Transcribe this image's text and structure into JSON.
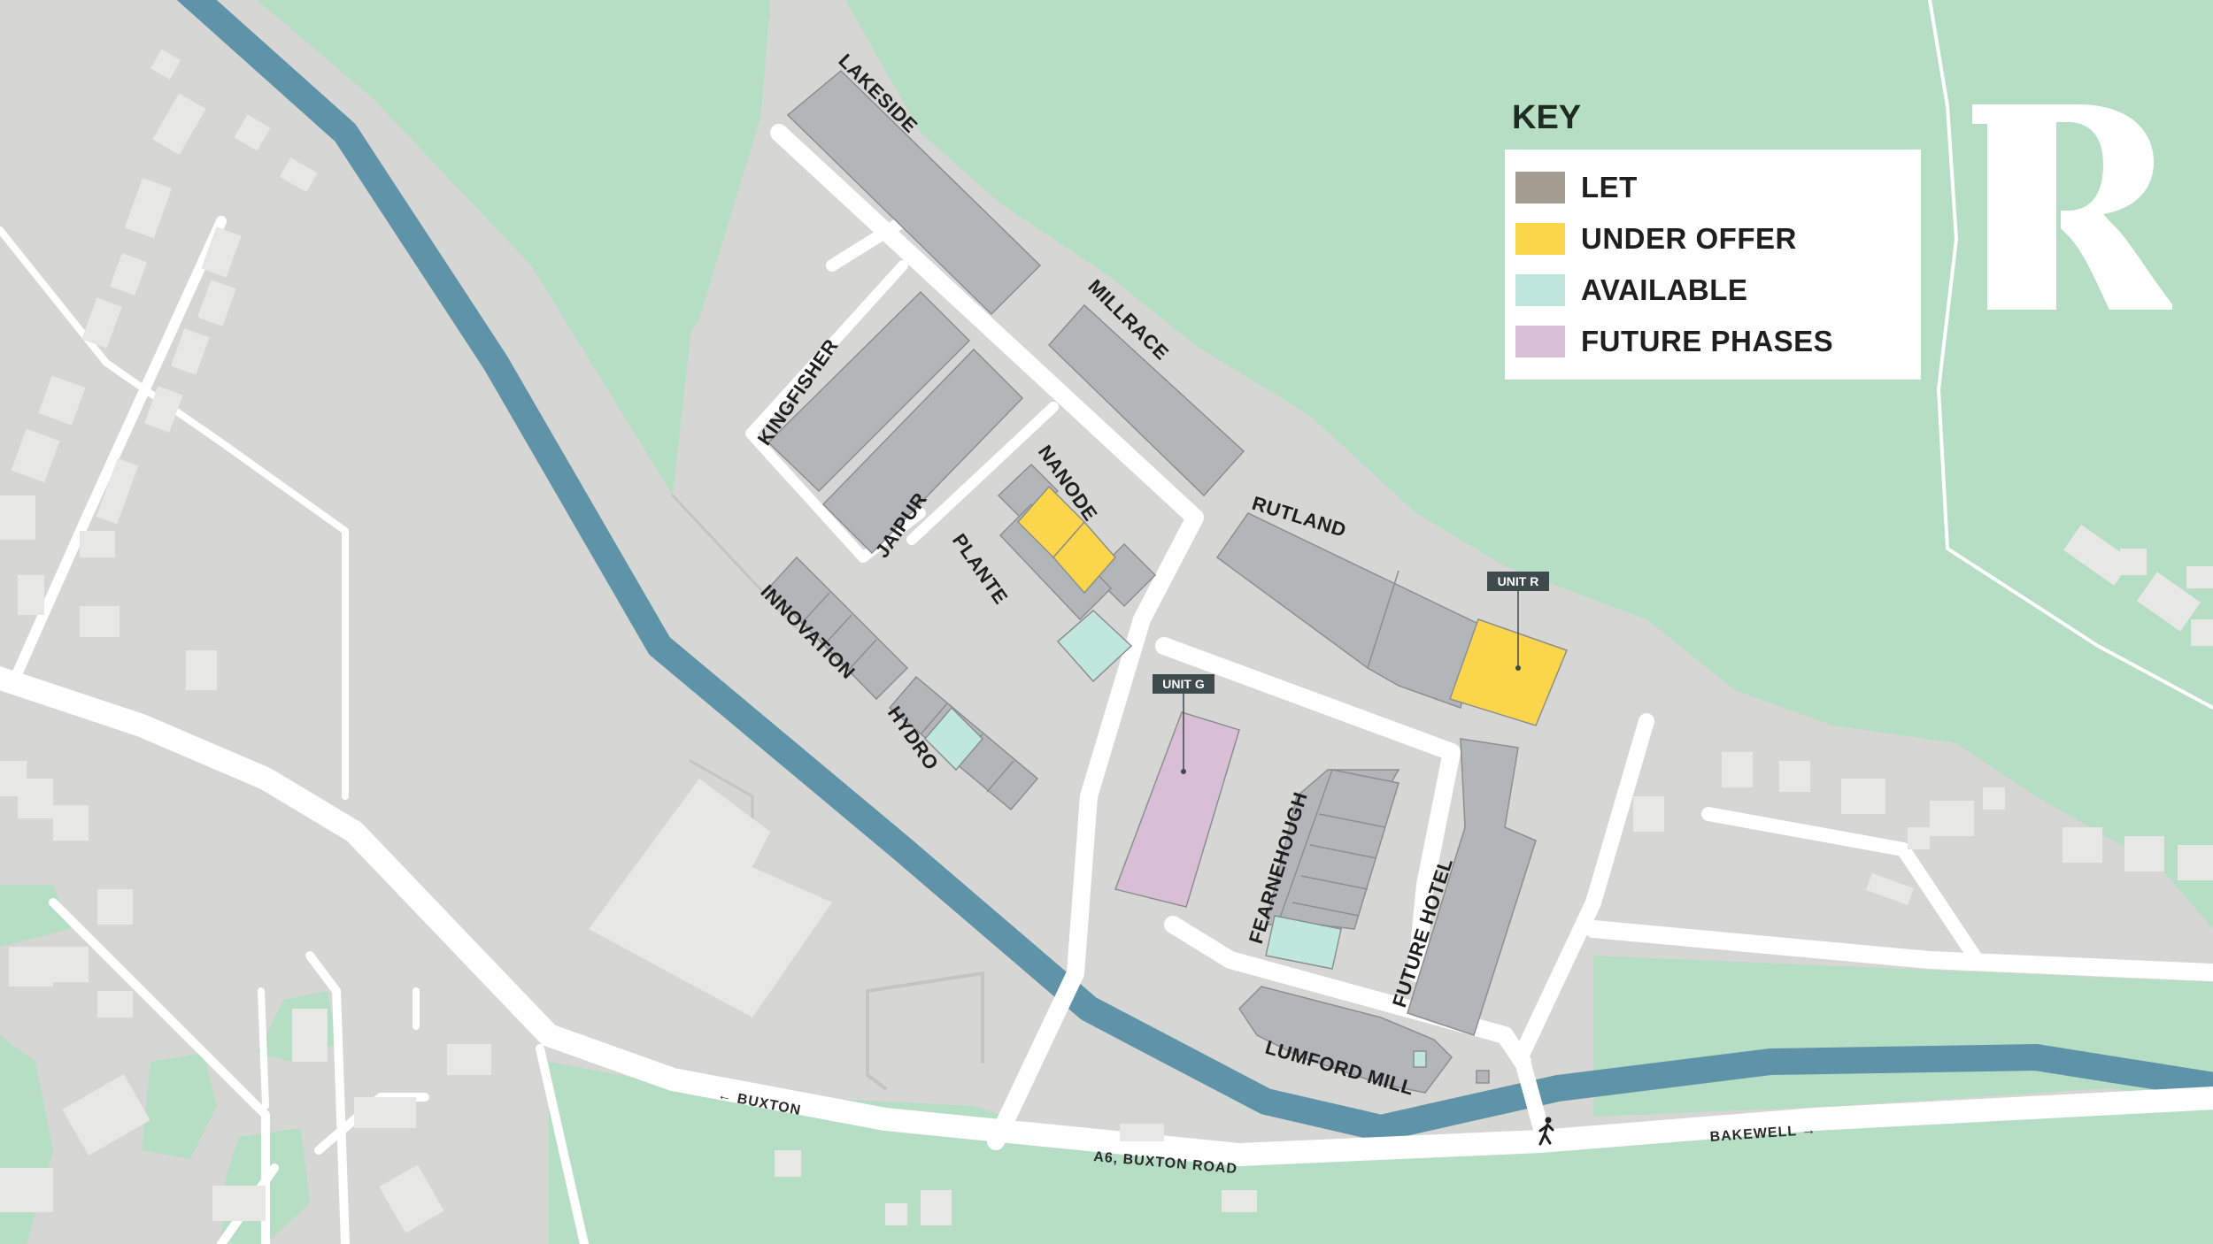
{
  "colors": {
    "background": "#d6d6d4",
    "green": "#b6dec5",
    "river": "#5f93a8",
    "road": "#ffffff",
    "building": "#b3b6b8",
    "building_light": "#e7e7e6",
    "let": "#a49b91",
    "under_offer": "#fbd64a",
    "available": "#bfe7dc",
    "future_phases": "#d8bfd6"
  },
  "key": {
    "title": "KEY",
    "items": [
      {
        "label": "LET",
        "color": "#a49b91"
      },
      {
        "label": "UNDER OFFER",
        "color": "#fbd64a"
      },
      {
        "label": "AVAILABLE",
        "color": "#bfe7dc"
      },
      {
        "label": "FUTURE PHASES",
        "color": "#d8bfd6"
      }
    ]
  },
  "logo": {
    "icon": "r-logo-icon",
    "letter": "R"
  },
  "buildings": {
    "lakeside": "LAKESIDE",
    "millrace": "MILLRACE",
    "kingfisher": "KINGFISHER",
    "jaipur": "JAIPUR",
    "nanode": "NANODE",
    "plante": "PLANTE",
    "innovation": "INNOVATION",
    "hydro": "HYDRO",
    "rutland": "RUTLAND",
    "fearnehough": "FEARNEHOUGH",
    "future_hotel": "FUTURE HOTEL",
    "lumford_mill": "LUMFORD MILL"
  },
  "tags": {
    "unit_r": "UNIT R",
    "unit_g": "UNIT G"
  },
  "roads": {
    "buxton": "← BUXTON",
    "bakewell": "BAKEWELL →",
    "a6": "A6, BUXTON ROAD"
  },
  "icons": {
    "pedestrian": "pedestrian-icon"
  }
}
